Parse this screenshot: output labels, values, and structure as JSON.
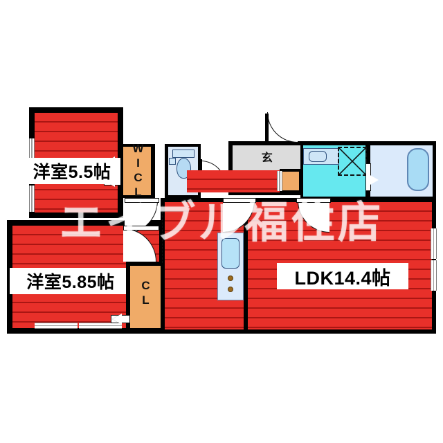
{
  "plan": {
    "watermark": "エイブル福住店",
    "rooms": [
      {
        "id": "washitsu-top",
        "label": "洋室5.5帖"
      },
      {
        "id": "washitsu-bottom",
        "label": "洋室5.85帖"
      },
      {
        "id": "ldk",
        "label": "LDK14.4帖"
      }
    ],
    "closets": [
      {
        "id": "wic",
        "label": "WICL"
      },
      {
        "id": "cl",
        "label": "CL"
      },
      {
        "id": "shoe-box",
        "label": ""
      }
    ],
    "entrance": {
      "label": "玄"
    },
    "fixtures": [
      {
        "id": "toilet",
        "label": ""
      },
      {
        "id": "vanity-sink",
        "label": ""
      },
      {
        "id": "washer-space",
        "label": ""
      },
      {
        "id": "bathtub",
        "label": ""
      },
      {
        "id": "kitchen-sink",
        "label": ""
      },
      {
        "id": "kitchen-stove",
        "label": ""
      }
    ],
    "colors": {
      "floor_red": "#e8302a",
      "closet_orange": "#f0ab68",
      "entry_gray": "#dcdcdc",
      "washroom_cyan": "#66e8ef",
      "bath_blue": "#dbeafb",
      "wall_black": "#000000",
      "fixture_blue": "#cfe6f7",
      "watermark": "#ffffff"
    }
  }
}
